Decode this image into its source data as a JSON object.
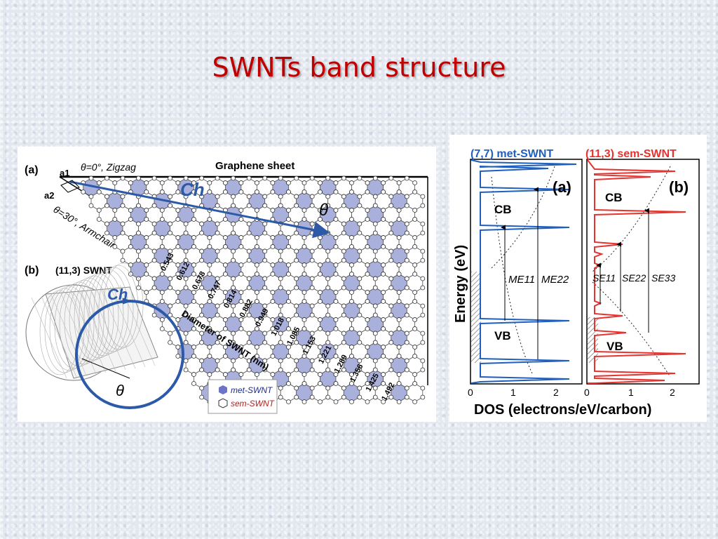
{
  "slide": {
    "title": "SWNTs band structure"
  },
  "left_figure": {
    "panel_a": "(a)",
    "a1": "a1",
    "a2": "a2",
    "zigzag": "θ=0°, Zigzag",
    "armchair": "θ=30°, Armchair",
    "graphene_sheet": "Graphene sheet",
    "ch": "Ch",
    "theta": "θ",
    "panel_b": "(b)",
    "swnt_label": "(11,3) SWNT",
    "diameter_axis": "Diameter of SWNT (nm)",
    "diameters": [
      "0.543",
      "0.612",
      "0.678",
      "0.747",
      "0.814",
      "0.882",
      "0.949",
      "1.018",
      "1.085",
      "1.153",
      "1.221",
      "1.289",
      "1.356",
      "1.425",
      "1.492"
    ],
    "legend": {
      "met": "met-SWNT",
      "sem": "sem-SWNT"
    },
    "colors": {
      "met_fill": "#aab0dc",
      "sem_text": "#e03030",
      "arrow": "#2c5aa8"
    }
  },
  "right_figure": {
    "y_axis_label": "Energy (eV)",
    "x_axis_label": "DOS (electrons/eV/carbon)",
    "panel_a": {
      "header": "(7,7) met-SWNT",
      "tag": "(a)",
      "cb": "CB",
      "vb": "VB",
      "e11": "ME11",
      "e22": "ME22",
      "x_ticks": [
        "0",
        "1",
        "2"
      ],
      "color": "#1f5fbf"
    },
    "panel_b": {
      "header": "(11,3) sem-SWNT",
      "tag": "(b)",
      "cb": "CB",
      "vb": "VB",
      "e11": "SE11",
      "e22": "SE22",
      "e33": "SE33",
      "x_ticks": [
        "0",
        "1",
        "2"
      ],
      "color": "#e8322e"
    }
  }
}
